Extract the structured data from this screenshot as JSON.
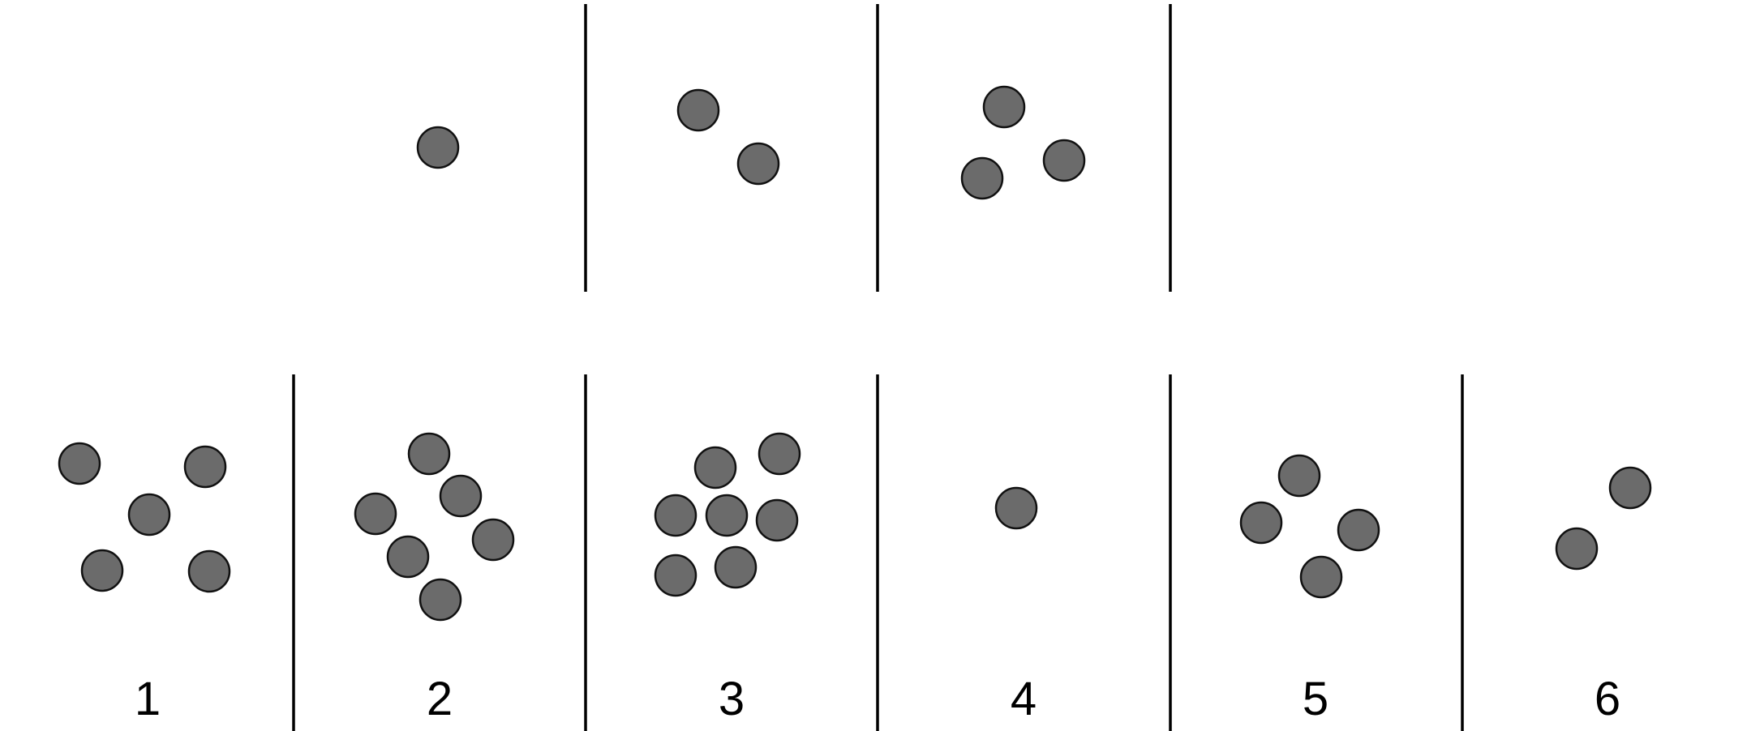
{
  "puzzle": {
    "sequence": [
      {
        "dot_count": 1
      },
      {
        "dot_count": 2
      },
      {
        "dot_count": 3
      }
    ],
    "options": [
      {
        "label": "1",
        "dot_count": 5
      },
      {
        "label": "2",
        "dot_count": 6
      },
      {
        "label": "3",
        "dot_count": 7
      },
      {
        "label": "4",
        "dot_count": 1
      },
      {
        "label": "5",
        "dot_count": 4
      },
      {
        "label": "6",
        "dot_count": 2
      }
    ]
  },
  "colors": {
    "dot_fill": "#6b6b6b",
    "dot_stroke": "#111111",
    "divider": "#000000",
    "background": "#ffffff"
  }
}
